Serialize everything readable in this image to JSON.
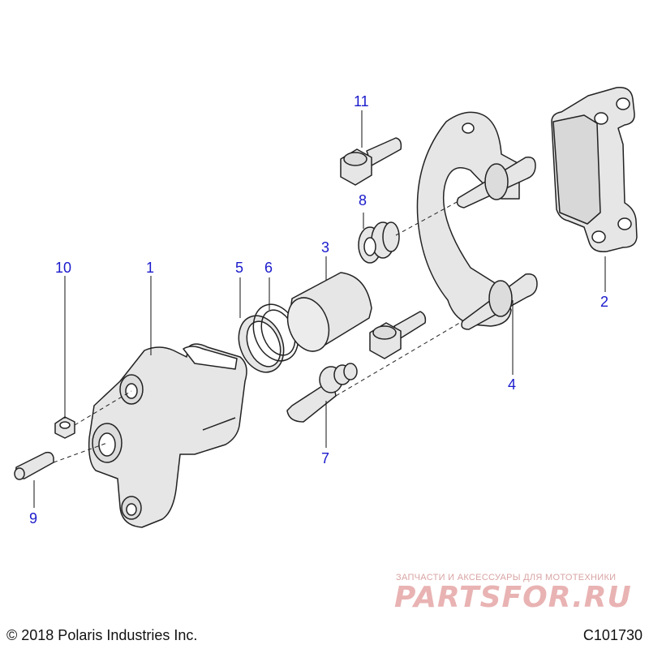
{
  "callouts": [
    {
      "id": "1",
      "label": "1"
    },
    {
      "id": "2",
      "label": "2"
    },
    {
      "id": "3",
      "label": "3"
    },
    {
      "id": "4",
      "label": "4"
    },
    {
      "id": "5",
      "label": "5"
    },
    {
      "id": "6",
      "label": "6"
    },
    {
      "id": "7",
      "label": "7"
    },
    {
      "id": "8",
      "label": "8"
    },
    {
      "id": "9",
      "label": "9"
    },
    {
      "id": "10",
      "label": "10"
    },
    {
      "id": "11",
      "label": "11"
    }
  ],
  "footer": {
    "copyright": "© 2018 Polaris Industries Inc.",
    "code": "C101730"
  },
  "watermark": {
    "tagline": "ЗАПЧАСТИ И АКСЕССУАРЫ ДЛЯ МОТОТЕХНИКИ",
    "logo": "PARTSFOR.RU"
  },
  "colors": {
    "callout": "#1a1acc",
    "part_fill": "#e6e6e6",
    "outline": "#222222",
    "watermark": "#e9b3b3"
  }
}
